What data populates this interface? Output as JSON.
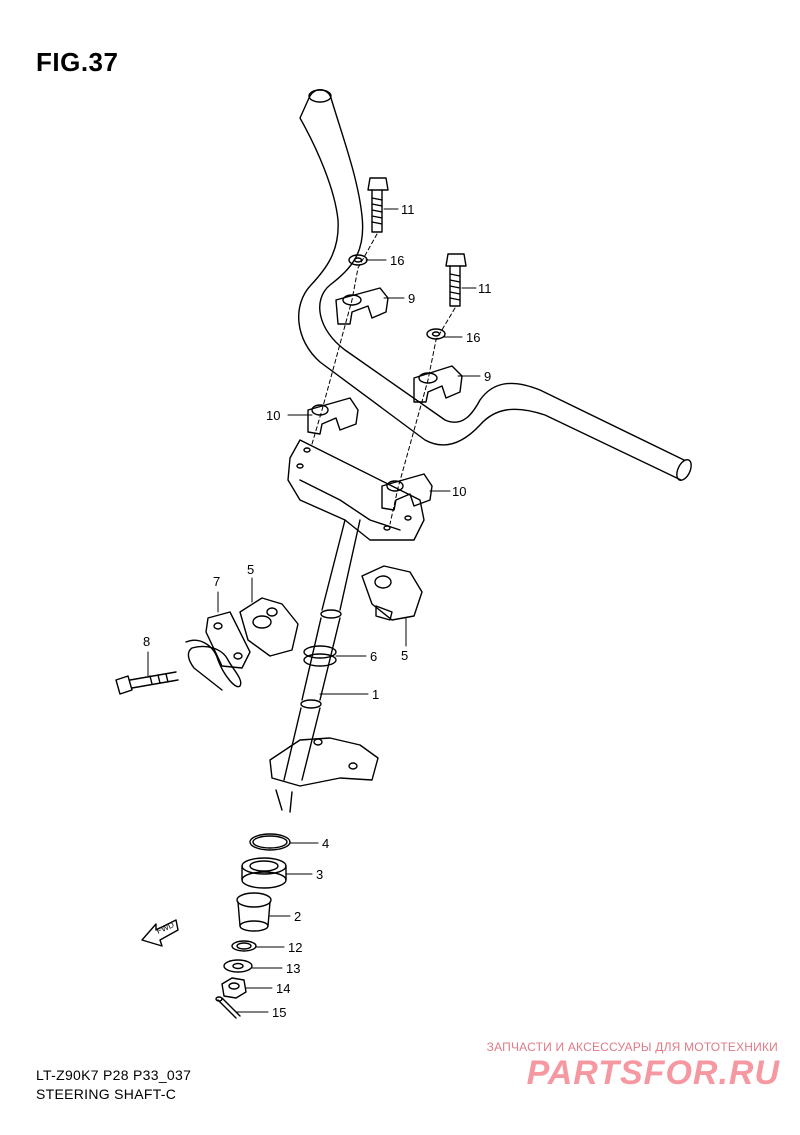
{
  "figure": {
    "title": "FIG.37"
  },
  "callouts": [
    {
      "id": "c1",
      "text": "1"
    },
    {
      "id": "c2",
      "text": "2"
    },
    {
      "id": "c3",
      "text": "3"
    },
    {
      "id": "c4",
      "text": "4"
    },
    {
      "id": "c5a",
      "text": "5"
    },
    {
      "id": "c5b",
      "text": "5"
    },
    {
      "id": "c6",
      "text": "6"
    },
    {
      "id": "c7",
      "text": "7"
    },
    {
      "id": "c8",
      "text": "8"
    },
    {
      "id": "c9a",
      "text": "9"
    },
    {
      "id": "c9b",
      "text": "9"
    },
    {
      "id": "c10a",
      "text": "10"
    },
    {
      "id": "c10b",
      "text": "10"
    },
    {
      "id": "c11a",
      "text": "11"
    },
    {
      "id": "c11b",
      "text": "11"
    },
    {
      "id": "c12",
      "text": "12"
    },
    {
      "id": "c13",
      "text": "13"
    },
    {
      "id": "c14",
      "text": "14"
    },
    {
      "id": "c15",
      "text": "15"
    },
    {
      "id": "c16a",
      "text": "16"
    },
    {
      "id": "c16b",
      "text": "16"
    }
  ],
  "fwd_arrow": {
    "label": "FWD"
  },
  "footer": {
    "code": "LT-Z90K7 P28 P33_037",
    "description": "STEERING SHAFT-C"
  },
  "watermark": {
    "tagline": "ЗАПЧАСТИ И АКСЕССУАРЫ ДЛЯ МОТОТЕХНИКИ",
    "logo": "PARTSFOR.RU"
  }
}
